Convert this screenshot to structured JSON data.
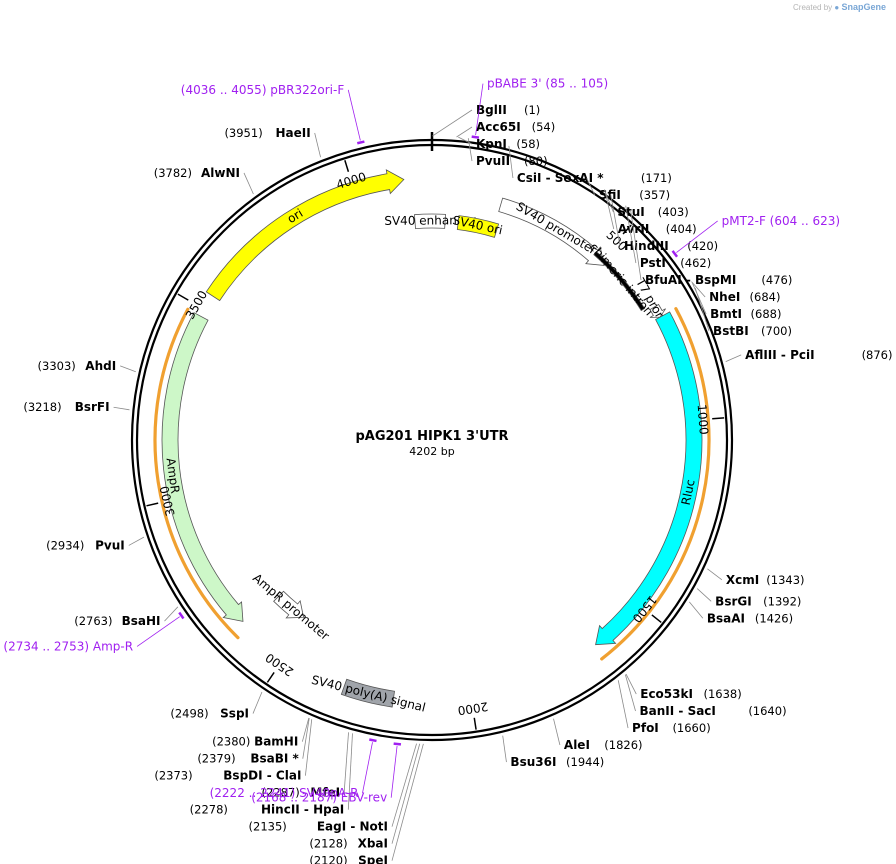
{
  "brand": {
    "prefix": "Created by",
    "name": "SnapGene"
  },
  "plasmid": {
    "name": "pAG201 HIPK1 3'UTR",
    "length_label": "4202 bp",
    "length": 4202
  },
  "ticks": [
    {
      "pos": 500,
      "label": "500"
    },
    {
      "pos": 1000,
      "label": "1000"
    },
    {
      "pos": 1500,
      "label": "1500"
    },
    {
      "pos": 2000,
      "label": "2000"
    },
    {
      "pos": 2500,
      "label": "2500"
    },
    {
      "pos": 3000,
      "label": "3000"
    },
    {
      "pos": 3500,
      "label": "3500"
    },
    {
      "pos": 4000,
      "label": "4000"
    }
  ],
  "sites": [
    {
      "name": "BglII",
      "pos": "(1)",
      "at": 1
    },
    {
      "name": "Acc65I",
      "pos": "(54)",
      "at": 54
    },
    {
      "name": "KpnI",
      "pos": "(58)",
      "at": 58
    },
    {
      "name": "PvuII",
      "pos": "(80)",
      "at": 80
    },
    {
      "name": "CsiI  - SexAI *",
      "pos": "(171)",
      "at": 171
    },
    {
      "name": "SfiI",
      "pos": "(357)",
      "at": 357
    },
    {
      "name": "StuI",
      "pos": "(403)",
      "at": 403
    },
    {
      "name": "AvrII",
      "pos": "(404)",
      "at": 404
    },
    {
      "name": "HindIII",
      "pos": "(420)",
      "at": 420
    },
    {
      "name": "PstI",
      "pos": "(462)",
      "at": 462
    },
    {
      "name": "BfuAI  - BspMI",
      "pos": "(476)",
      "at": 476
    },
    {
      "name": "NheI",
      "pos": "(684)",
      "at": 684
    },
    {
      "name": "BmtI",
      "pos": "(688)",
      "at": 688
    },
    {
      "name": "BstBI",
      "pos": "(700)",
      "at": 700
    },
    {
      "name": "AflIII  - PciI",
      "pos": "(876)",
      "at": 876
    },
    {
      "name": "XcmI",
      "pos": "(1343)",
      "at": 1343
    },
    {
      "name": "BsrGI",
      "pos": "(1392)",
      "at": 1392
    },
    {
      "name": "BsaAI",
      "pos": "(1426)",
      "at": 1426
    },
    {
      "name": "Eco53kI",
      "pos": "(1638)",
      "at": 1638
    },
    {
      "name": "BanII  - SacI",
      "pos": "(1640)",
      "at": 1640
    },
    {
      "name": "PfoI",
      "pos": "(1660)",
      "at": 1660
    },
    {
      "name": "AleI",
      "pos": "(1826)",
      "at": 1826
    },
    {
      "name": "Bsu36I",
      "pos": "(1944)",
      "at": 1944
    },
    {
      "name": "SpeI",
      "pos": "(2120)",
      "at": 2120
    },
    {
      "name": "XbaI",
      "pos": "(2128)",
      "at": 2128
    },
    {
      "name": "EagI  - NotI",
      "pos": "(2135)",
      "at": 2135
    },
    {
      "name": "HincII  - HpaI",
      "pos": "(2278)",
      "at": 2278
    },
    {
      "name": "MfeI",
      "pos": "(2287)",
      "at": 2287
    },
    {
      "name": "BspDI  - ClaI",
      "pos": "(2373)",
      "at": 2373
    },
    {
      "name": "BsaBI *",
      "pos": "(2379)",
      "at": 2379
    },
    {
      "name": "BamHI",
      "pos": "(2380)",
      "at": 2380
    },
    {
      "name": "SspI",
      "pos": "(2498)",
      "at": 2498
    },
    {
      "name": "BsaHI",
      "pos": "(2763)",
      "at": 2763
    },
    {
      "name": "PvuI",
      "pos": "(2934)",
      "at": 2934
    },
    {
      "name": "BsrFI",
      "pos": "(3218)",
      "at": 3218
    },
    {
      "name": "AhdI",
      "pos": "(3303)",
      "at": 3303
    },
    {
      "name": "AlwNI",
      "pos": "(3782)",
      "at": 3782
    },
    {
      "name": "HaeII",
      "pos": "(3951)",
      "at": 3951
    }
  ],
  "primers": [
    {
      "name": "pBR322ori-F",
      "range": "(4036 .. 4055)",
      "at": 4045
    },
    {
      "name": "pBABE 3'",
      "range": "(85 .. 105)",
      "at": 95
    },
    {
      "name": "pMT2-F",
      "range": "(604 .. 623)",
      "at": 613
    },
    {
      "name": "Amp-R",
      "range": "(2734 .. 2753)",
      "at": 2743
    },
    {
      "name": "SV40pA-R",
      "range": "(2222 .. 2241)",
      "at": 2231
    },
    {
      "name": "EBV-rev",
      "range": "(2168 .. 2187)",
      "at": 2177
    }
  ],
  "features": [
    {
      "name": "SV40 promoter",
      "start": 190,
      "end": 520,
      "color": "#ffffff",
      "dir": "cw"
    },
    {
      "name": "SV40 enhancer",
      "start": 4150,
      "end": 40,
      "color": "#ffffff",
      "dir": "none"
    },
    {
      "name": "SV40 ori",
      "start": 80,
      "end": 200,
      "color": "#ffff00",
      "dir": "none"
    },
    {
      "name": "chimeric intron",
      "start": 480,
      "end": 680,
      "color": "#000000",
      "dir": "none"
    },
    {
      "name": "T7 promoter",
      "start": 690,
      "end": 720,
      "color": "#ffffff",
      "dir": "cw"
    },
    {
      "name": "Rluc",
      "start": 720,
      "end": 1650,
      "color": "#00ffff",
      "dir": "cw"
    },
    {
      "name": "SV40 poly(A) signal",
      "start": 2200,
      "end": 2330,
      "color": "#a0a4aa",
      "dir": "none"
    },
    {
      "name": "AmpR promoter",
      "start": 2520,
      "end": 2620,
      "color": "#ffffff",
      "dir": "ccw"
    },
    {
      "name": "AmpR",
      "start": 2640,
      "end": 3480,
      "color": "#cdf7c8",
      "dir": "ccw"
    },
    {
      "name": "ori",
      "start": 3540,
      "end": 4130,
      "color": "#ffff00",
      "dir": "cw"
    }
  ],
  "orfs": [
    {
      "start": 720,
      "end": 1660,
      "color": "#f0a030"
    },
    {
      "start": 2620,
      "end": 3480,
      "color": "#f0a030"
    }
  ]
}
